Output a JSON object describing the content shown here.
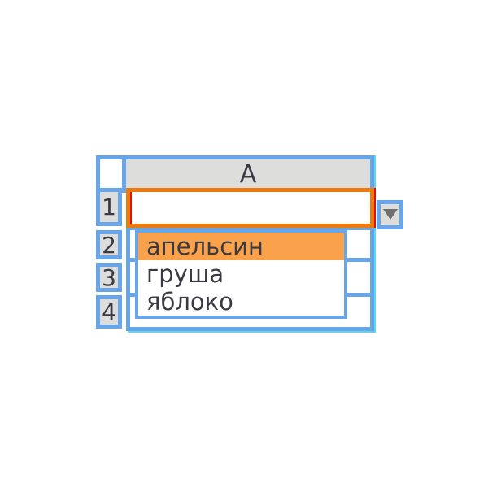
{
  "grid": {
    "column_header": "A",
    "row_headers": [
      "1",
      "2",
      "3",
      "4"
    ],
    "active_cell_value": ""
  },
  "dropdown": {
    "items": [
      {
        "label": "апельсин",
        "highlighted": true
      },
      {
        "label": "груша",
        "highlighted": false
      },
      {
        "label": "яблоко",
        "highlighted": false
      }
    ]
  },
  "colors": {
    "grid_border": "#69a5e9",
    "header_fill": "#dddddb",
    "text": "#3a3a44",
    "selection_border": "#ee7a0d",
    "selection_accent_red": "#e01000",
    "highlight_fill": "#f9a24b",
    "arrow": "#6f6f6f",
    "edge_glow": "#55d8f6"
  }
}
